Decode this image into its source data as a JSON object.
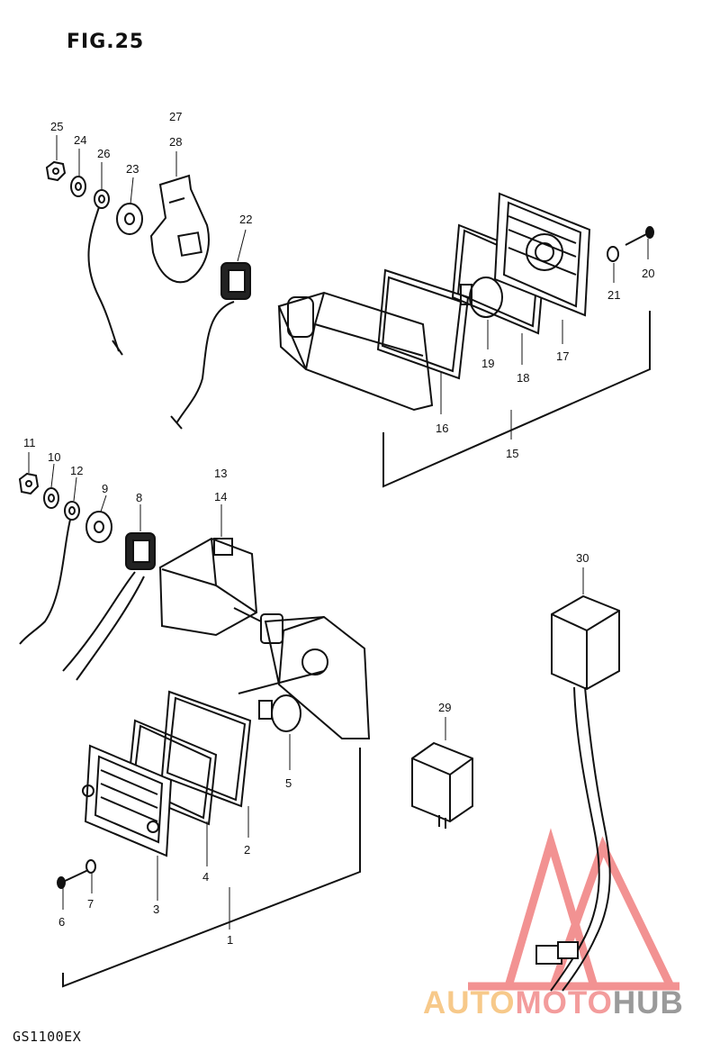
{
  "figure": {
    "title": "FIG.25",
    "model": "GS1100EX"
  },
  "callouts": {
    "p1": "1",
    "p2": "2",
    "p3": "3",
    "p4": "4",
    "p5": "5",
    "p6": "6",
    "p7": "7",
    "p8": "8",
    "p9": "9",
    "p10": "10",
    "p11": "11",
    "p12": "12",
    "p13": "13",
    "p14": "14",
    "p15": "15",
    "p16": "16",
    "p17": "17",
    "p18": "18",
    "p19": "19",
    "p20": "20",
    "p21": "21",
    "p22": "22",
    "p23": "23",
    "p24": "24",
    "p25": "25",
    "p26": "26",
    "p27": "27",
    "p28": "28",
    "p29": "29",
    "p30": "30"
  },
  "watermark": {
    "part1": "AUTO",
    "part2": "MOTO",
    "part3": "HUB",
    "colors": {
      "auto": "#f7c98a",
      "moto": "#f39c9c",
      "hub": "#9a9a9a",
      "logo": "#f08080"
    }
  }
}
